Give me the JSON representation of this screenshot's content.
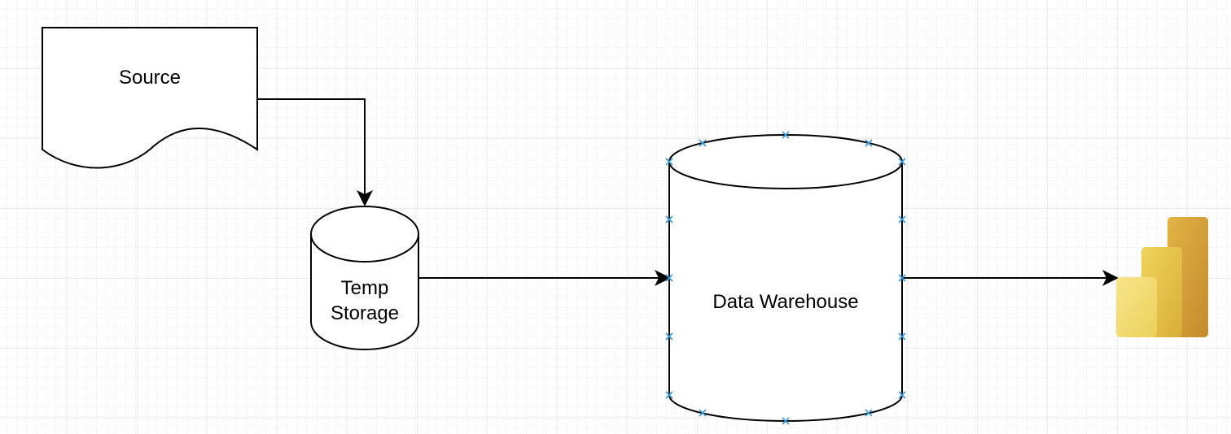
{
  "canvas": {
    "background": "#ffffff",
    "grid_minor_color": "#efefef",
    "grid_major_color": "#d9d9d9",
    "grid": true
  },
  "nodes": {
    "source": {
      "label": "Source",
      "shape": "document",
      "stroke": "#000000",
      "fill": "#ffffff"
    },
    "temp_storage": {
      "label_line1": "Temp",
      "label_line2": "Storage",
      "shape": "cylinder",
      "stroke": "#000000",
      "fill": "#ffffff"
    },
    "data_warehouse": {
      "label": "Data Warehouse",
      "shape": "cylinder",
      "selected": true,
      "stroke": "#000000",
      "fill": "#ffffff",
      "connection_point_color": "#3a9ad9"
    },
    "power_bi": {
      "icon": "power-bi-icon",
      "colors": [
        "#f2dc6e",
        "#e6c14a",
        "#d49d35",
        "#c8902c"
      ]
    }
  },
  "edges": [
    {
      "from": "source",
      "to": "temp_storage",
      "style": "orthogonal",
      "arrow": "classic"
    },
    {
      "from": "temp_storage",
      "to": "data_warehouse",
      "style": "straight",
      "arrow": "classic"
    },
    {
      "from": "data_warehouse",
      "to": "power_bi",
      "style": "straight",
      "arrow": "classic"
    }
  ]
}
